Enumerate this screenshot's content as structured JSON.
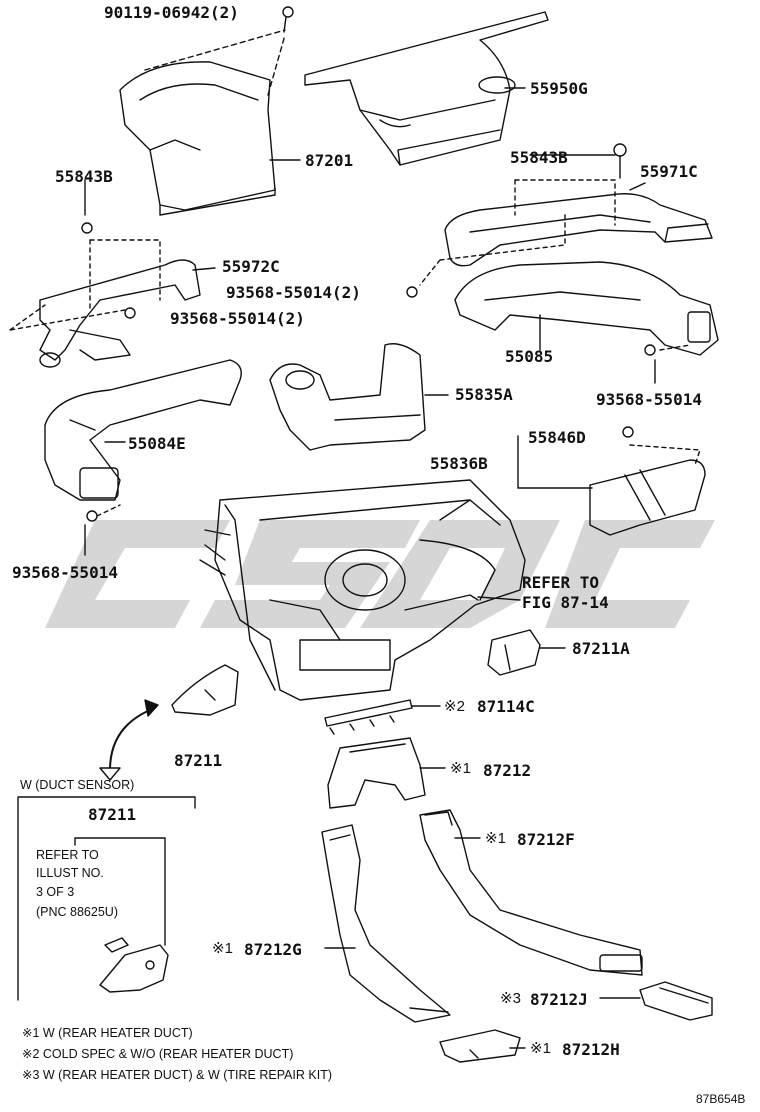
{
  "parts": {
    "p_90119": "90119-06942(2)",
    "p_55950G": "55950G",
    "p_87201": "87201",
    "p_55843B_left": "55843B",
    "p_55843B_right": "55843B",
    "p_55971C": "55971C",
    "p_55972C": "55972C",
    "p_93568_2_right": "93568-55014(2)",
    "p_93568_2_left": "93568-55014(2)",
    "p_55085": "55085",
    "p_93568_right": "93568-55014",
    "p_55835A": "55835A",
    "p_55084E": "55084E",
    "p_55846D": "55846D",
    "p_55836B": "55836B",
    "p_93568_left": "93568-55014",
    "refer_fig_1": "REFER TO",
    "refer_fig_2": "FIG 87-14",
    "p_87211A": "87211A",
    "p_87114C_mark": "※2",
    "p_87114C": "87114C",
    "p_87211": "87211",
    "p_87212_mark": "※1",
    "p_87212": "87212",
    "p_87212F_mark": "※1",
    "p_87212F": "87212F",
    "p_87212G_mark": "※1",
    "p_87212G": "87212G",
    "p_87212J_mark": "※3",
    "p_87212J": "87212J",
    "p_87212H_mark": "※1",
    "p_87212H": "87212H"
  },
  "inset": {
    "title": "W (DUCT SENSOR)",
    "part": "87211",
    "note_1": "REFER TO",
    "note_2": "ILLUST NO.",
    "note_3": "3 OF 3",
    "note_4": "(PNC 88625U)"
  },
  "legend": [
    "※1 W (REAR HEATER DUCT)",
    "※2 COLD SPEC & W/O (REAR HEATER DUCT)",
    "※3 W (REAR HEATER DUCT) & W (TIRE REPAIR KIT)"
  ],
  "figure_code": "87B654B",
  "watermark": "CSDC",
  "colors": {
    "ink": "#111111",
    "watermark": "#c8c8c8"
  }
}
